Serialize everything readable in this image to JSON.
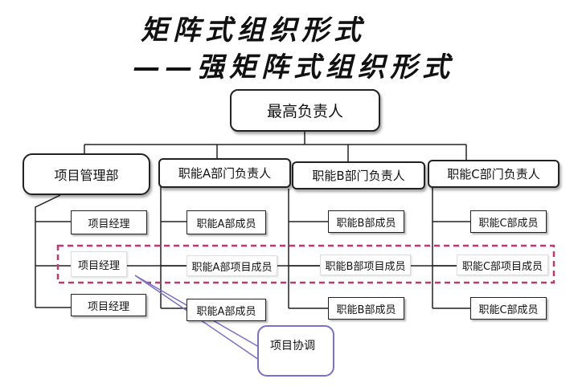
{
  "title": {
    "line1": "矩阵式组织形式",
    "line2": "——强矩阵式组织形式"
  },
  "nodes": {
    "top": "最高负责人",
    "pm_dept": "项目管理部",
    "func_a_head": "职能A部门负责人",
    "func_b_head": "职能B部门负责人",
    "func_c_head": "职能C部门负责人",
    "pm1": "项目经理",
    "pm2": "项目经理",
    "pm3": "项目经理",
    "a_member1": "职能A部成员",
    "a_project": "职能A部项目成员",
    "a_member2": "职能A部成员",
    "b_member1": "职能B部成员",
    "b_project": "职能B部项目成员",
    "b_member2": "职能B部成员",
    "c_member1": "职能C部成员",
    "c_project": "职能C部项目成员",
    "c_member2": "职能C部成员",
    "coordination": "项目协调"
  },
  "colors": {
    "dashed_border": "#c8346e",
    "callout_border": "#7a6fc9",
    "line": "#222222"
  }
}
